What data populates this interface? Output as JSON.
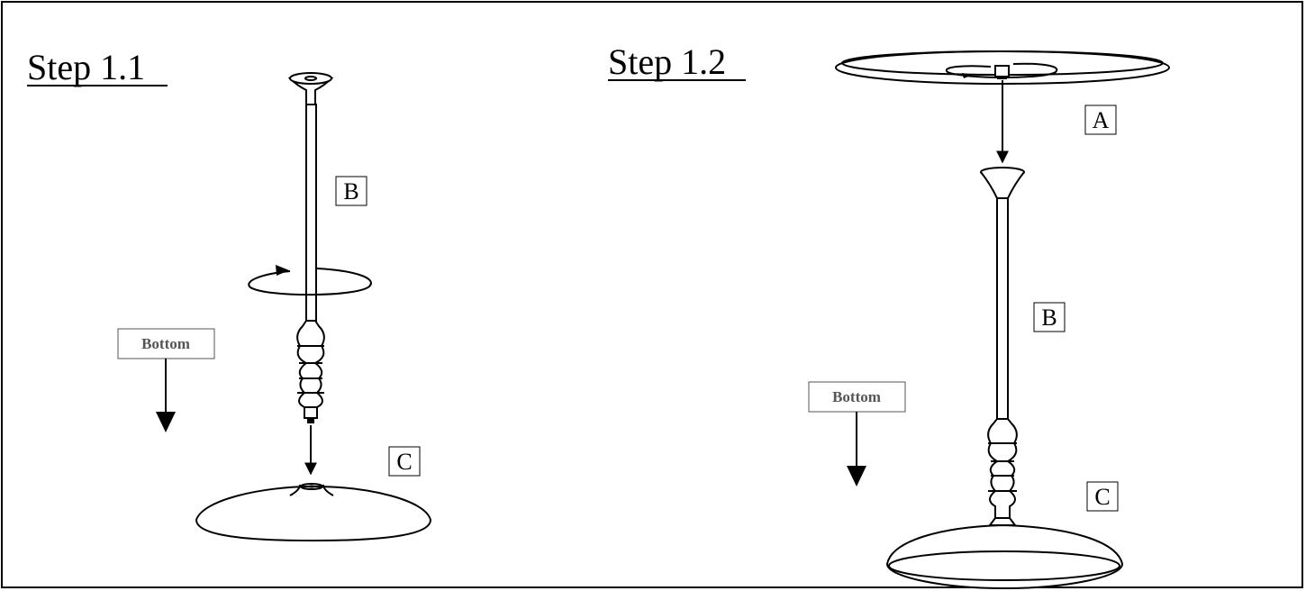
{
  "step_1_1": {
    "title": "Step 1.1",
    "label_b": "B",
    "label_c": "C",
    "direction_label": "Bottom"
  },
  "step_1_2": {
    "title": "Step 1.2",
    "label_a": "A",
    "label_b": "B",
    "label_c": "C",
    "direction_label": "Bottom"
  }
}
